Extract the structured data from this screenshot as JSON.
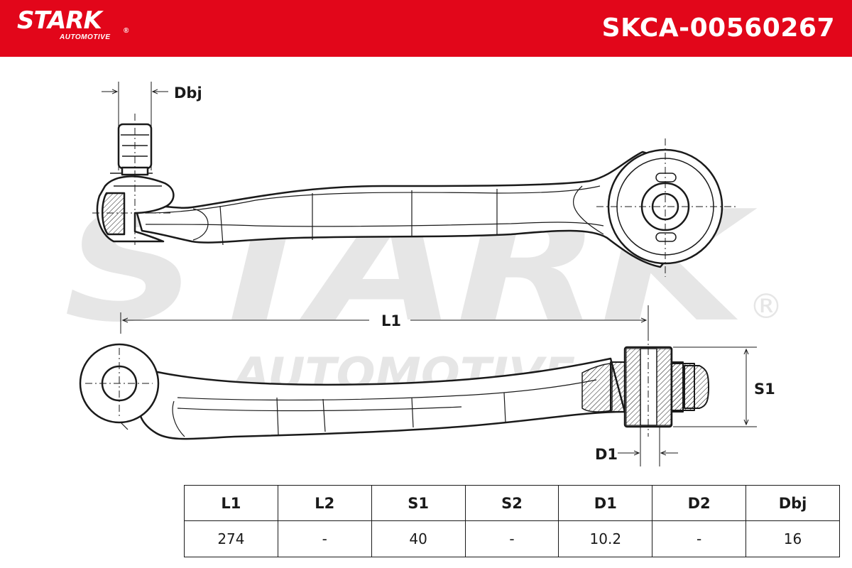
{
  "brand": {
    "name": "STARK",
    "registered": "®",
    "tagline": "AUTOMOTIVE"
  },
  "part_number": "SKCA-00560267",
  "watermark": {
    "main": "STARK",
    "sub": "AUTOMOTIVE",
    "registered": "®"
  },
  "dimension_labels": {
    "dbj": "Dbj",
    "l1": "L1",
    "s1": "S1",
    "d1": "D1"
  },
  "spec_table": {
    "headers": [
      "L1",
      "L2",
      "S1",
      "S2",
      "D1",
      "D2",
      "Dbj"
    ],
    "values": [
      "274",
      "-",
      "40",
      "-",
      "10.2",
      "-",
      "16"
    ]
  },
  "colors": {
    "brand_red": "#e2061a",
    "line": "#1a1a1a",
    "watermark": "#e6e6e6"
  }
}
